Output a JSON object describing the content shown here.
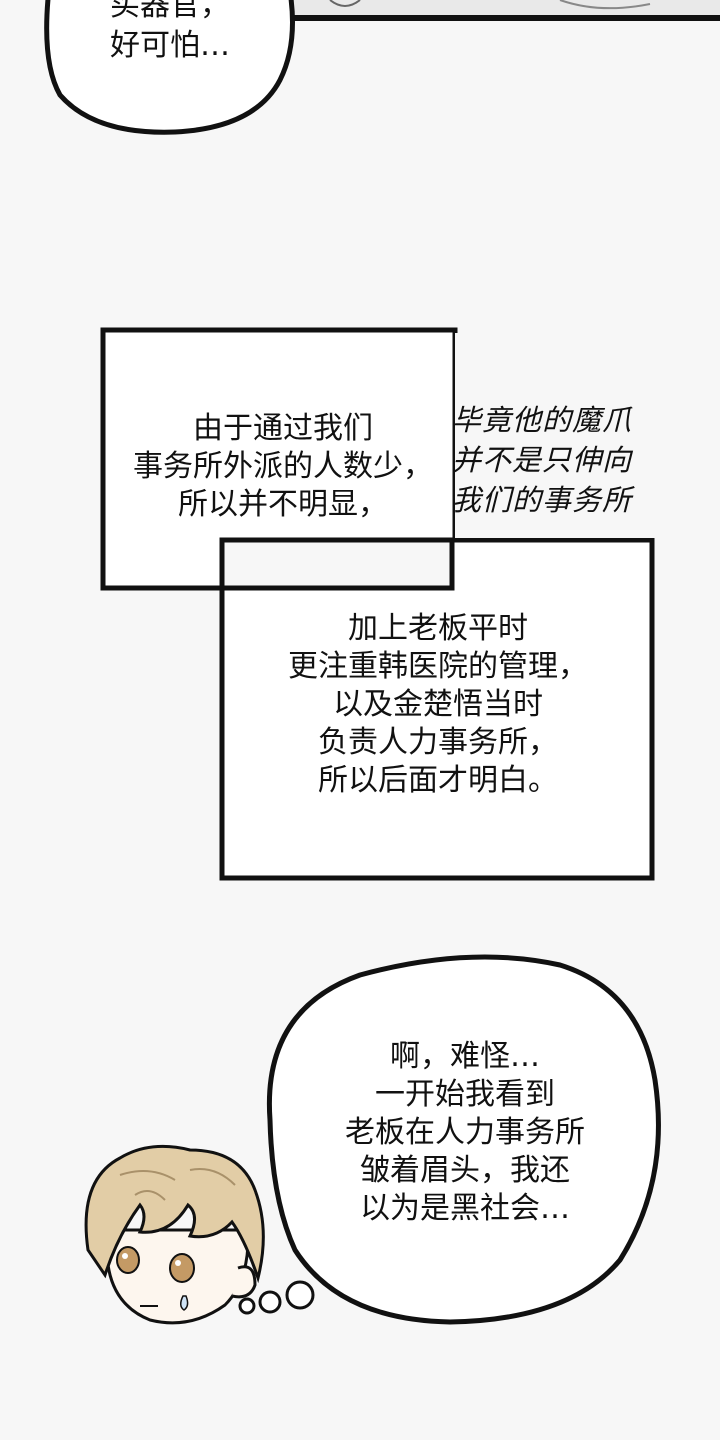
{
  "top_bubble": {
    "lines": [
      "买器官，",
      "好可怕…"
    ]
  },
  "narration_box_1": {
    "lines": [
      "由于通过我们",
      "事务所外派的人数少，",
      "所以并不明显，"
    ]
  },
  "handwritten_note": {
    "lines": [
      "毕竟他的魔爪",
      "并不是只伸向",
      "我们的事务所"
    ]
  },
  "narration_box_2": {
    "lines": [
      "加上老板平时",
      "更注重韩医院的管理，",
      "以及金楚悟当时",
      "负责人力事务所，",
      "所以后面才明白。"
    ]
  },
  "thought_bubble": {
    "lines": [
      "啊，难怪…",
      "一开始我看到",
      "老板在人力事务所",
      "皱着眉头，我还",
      "以为是黑社会…"
    ]
  },
  "character": {
    "description": "chibi-boy-head",
    "hair_color": "#d9c29a",
    "eye_color": "#b58a55"
  }
}
